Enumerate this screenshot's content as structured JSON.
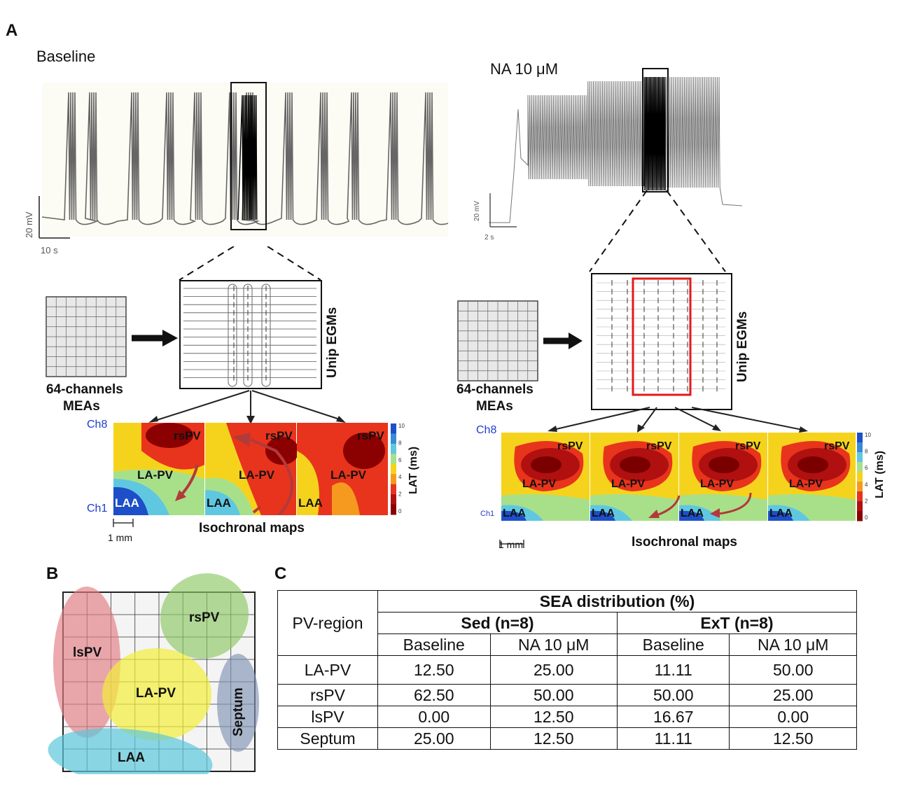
{
  "panels": {
    "a": "A",
    "b": "B",
    "c": "C"
  },
  "baseline": {
    "title": "Baseline",
    "scale_v": "20 mV",
    "scale_h": "10 s",
    "mea_label_1": "64-channels",
    "mea_label_2": "MEAs",
    "egm_label": "Unip EGMs",
    "ch_top": "Ch8",
    "ch_bottom": "Ch1",
    "regions": [
      "rsPV",
      "LA-PV",
      "LAA"
    ],
    "colorbar_label": "LAT (ms)",
    "colorbar_ticks": [
      "10",
      "8",
      "6",
      "4",
      "2",
      "0"
    ],
    "scale_bar": "1 mm",
    "maps_label": "Isochronal maps"
  },
  "na": {
    "title": "NA 10 μM",
    "scale_v": "20 mV",
    "scale_h": "2 s",
    "mea_label_1": "64-channels",
    "mea_label_2": "MEAs",
    "egm_label": "Unip EGMs",
    "ch_top": "Ch8",
    "ch_bottom": "Ch1",
    "regions": [
      "rsPV",
      "LA-PV",
      "LAA"
    ],
    "colorbar_label": "LAT (ms)",
    "colorbar_ticks": [
      "10",
      "8",
      "6",
      "4",
      "2",
      "0"
    ],
    "scale_bar": "1 mm",
    "maps_label": "Isochronal maps"
  },
  "regions_b": [
    "rsPV",
    "lsPV",
    "LA-PV",
    "Septum",
    "LAA"
  ],
  "table": {
    "header_main": "SEA distribution (%)",
    "row_header": "PV-region",
    "group1": "Sed (n=8)",
    "group2": "ExT (n=8)",
    "subcols": [
      "Baseline",
      "NA 10 μM",
      "Baseline",
      "NA 10 μM"
    ],
    "rows": [
      {
        "region": "LA-PV",
        "values": [
          "12.50",
          "25.00",
          "11.11",
          "50.00"
        ]
      },
      {
        "region": "rsPV",
        "values": [
          "62.50",
          "50.00",
          "50.00",
          "25.00"
        ]
      },
      {
        "region": "lsPV",
        "values": [
          "0.00",
          "12.50",
          "16.67",
          "0.00"
        ]
      },
      {
        "region": "Septum",
        "values": [
          "25.00",
          "12.50",
          "11.11",
          "12.50"
        ]
      }
    ]
  },
  "colors": {
    "dark_red": "#8b0000",
    "red": "#e8341c",
    "orange": "#f59a1e",
    "yellow": "#f5d31c",
    "green": "#a8e08a",
    "cyan": "#5fc8e0",
    "blue": "#1c4fc8"
  }
}
